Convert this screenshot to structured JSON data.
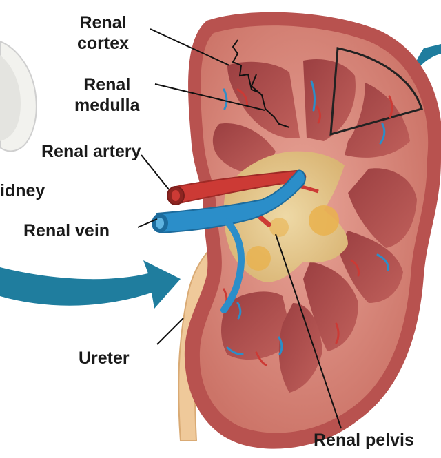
{
  "labels": {
    "cortex_line1": "Renal",
    "cortex_line2": "cortex",
    "medulla_line1": "Renal",
    "medulla_line2": "medulla",
    "artery": "Renal artery",
    "kidney_partial": "idney",
    "vein": "Renal vein",
    "ureter": "Ureter",
    "pelvis": "Renal pelvis"
  },
  "colors": {
    "capsule": "#b8524f",
    "cortex": "#cf7d73",
    "medulla_pyramid": "#a94a4a",
    "pelvis_fat": "#e6c483",
    "artery": "#cc3a35",
    "vein": "#2b8ec9",
    "ureter": "#efc99a",
    "arrow": "#1f7d9e",
    "leader_line": "#111111"
  }
}
